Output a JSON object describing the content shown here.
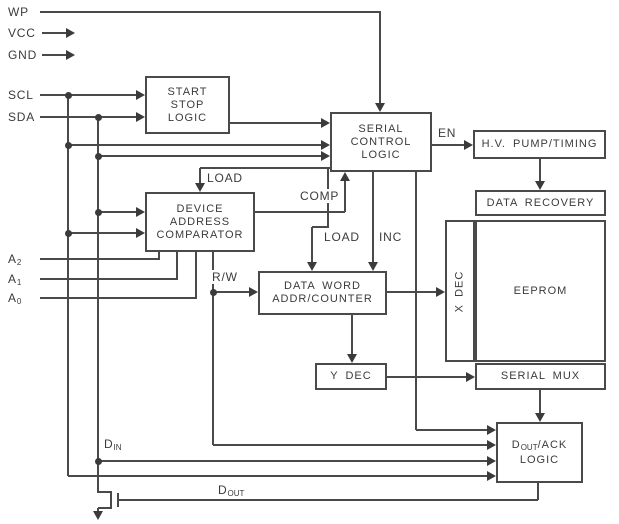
{
  "title": "Serial EEPROM functional block diagram",
  "colors": {
    "wire": "#4a4a4a",
    "text": "#3b3b3b",
    "background": "#ffffff"
  },
  "pins": {
    "wp": "WP",
    "vcc": "VCC",
    "gnd": "GND",
    "scl": "SCL",
    "sda": "SDA",
    "a2": {
      "base": "A",
      "sub": "2"
    },
    "a1": {
      "base": "A",
      "sub": "1"
    },
    "a0": {
      "base": "A",
      "sub": "0"
    },
    "din": {
      "base": "D",
      "sub": "IN"
    },
    "dout": {
      "base": "D",
      "sub": "OUT"
    }
  },
  "signals": {
    "en": "EN",
    "load_device": "LOAD",
    "comp": "COMP",
    "load_word": "LOAD",
    "inc": "INC",
    "rw": "R/W"
  },
  "blocks": {
    "start_stop": {
      "l1": "START",
      "l2": "STOP",
      "l3": "LOGIC"
    },
    "serial_control": {
      "l1": "SERIAL",
      "l2": "CONTROL",
      "l3": "LOGIC"
    },
    "hv_pump": {
      "l1": "H.V. PUMP/TIMING"
    },
    "data_recovery": {
      "l1": "DATA RECOVERY"
    },
    "x_dec": {
      "l1": "X DEC"
    },
    "eeprom": {
      "l1": "EEPROM"
    },
    "device_address_comparator": {
      "l1": "DEVICE",
      "l2": "ADDRESS",
      "l3": "COMPARATOR"
    },
    "data_word_addr_counter": {
      "l1": "DATA WORD",
      "l2": "ADDR/COUNTER"
    },
    "y_dec": {
      "l1": "Y DEC"
    },
    "serial_mux": {
      "l1": "SERIAL MUX"
    },
    "dout_ack": {
      "base": "D",
      "sub": "OUT",
      "rest": "/ACK",
      "l2": "LOGIC"
    }
  }
}
